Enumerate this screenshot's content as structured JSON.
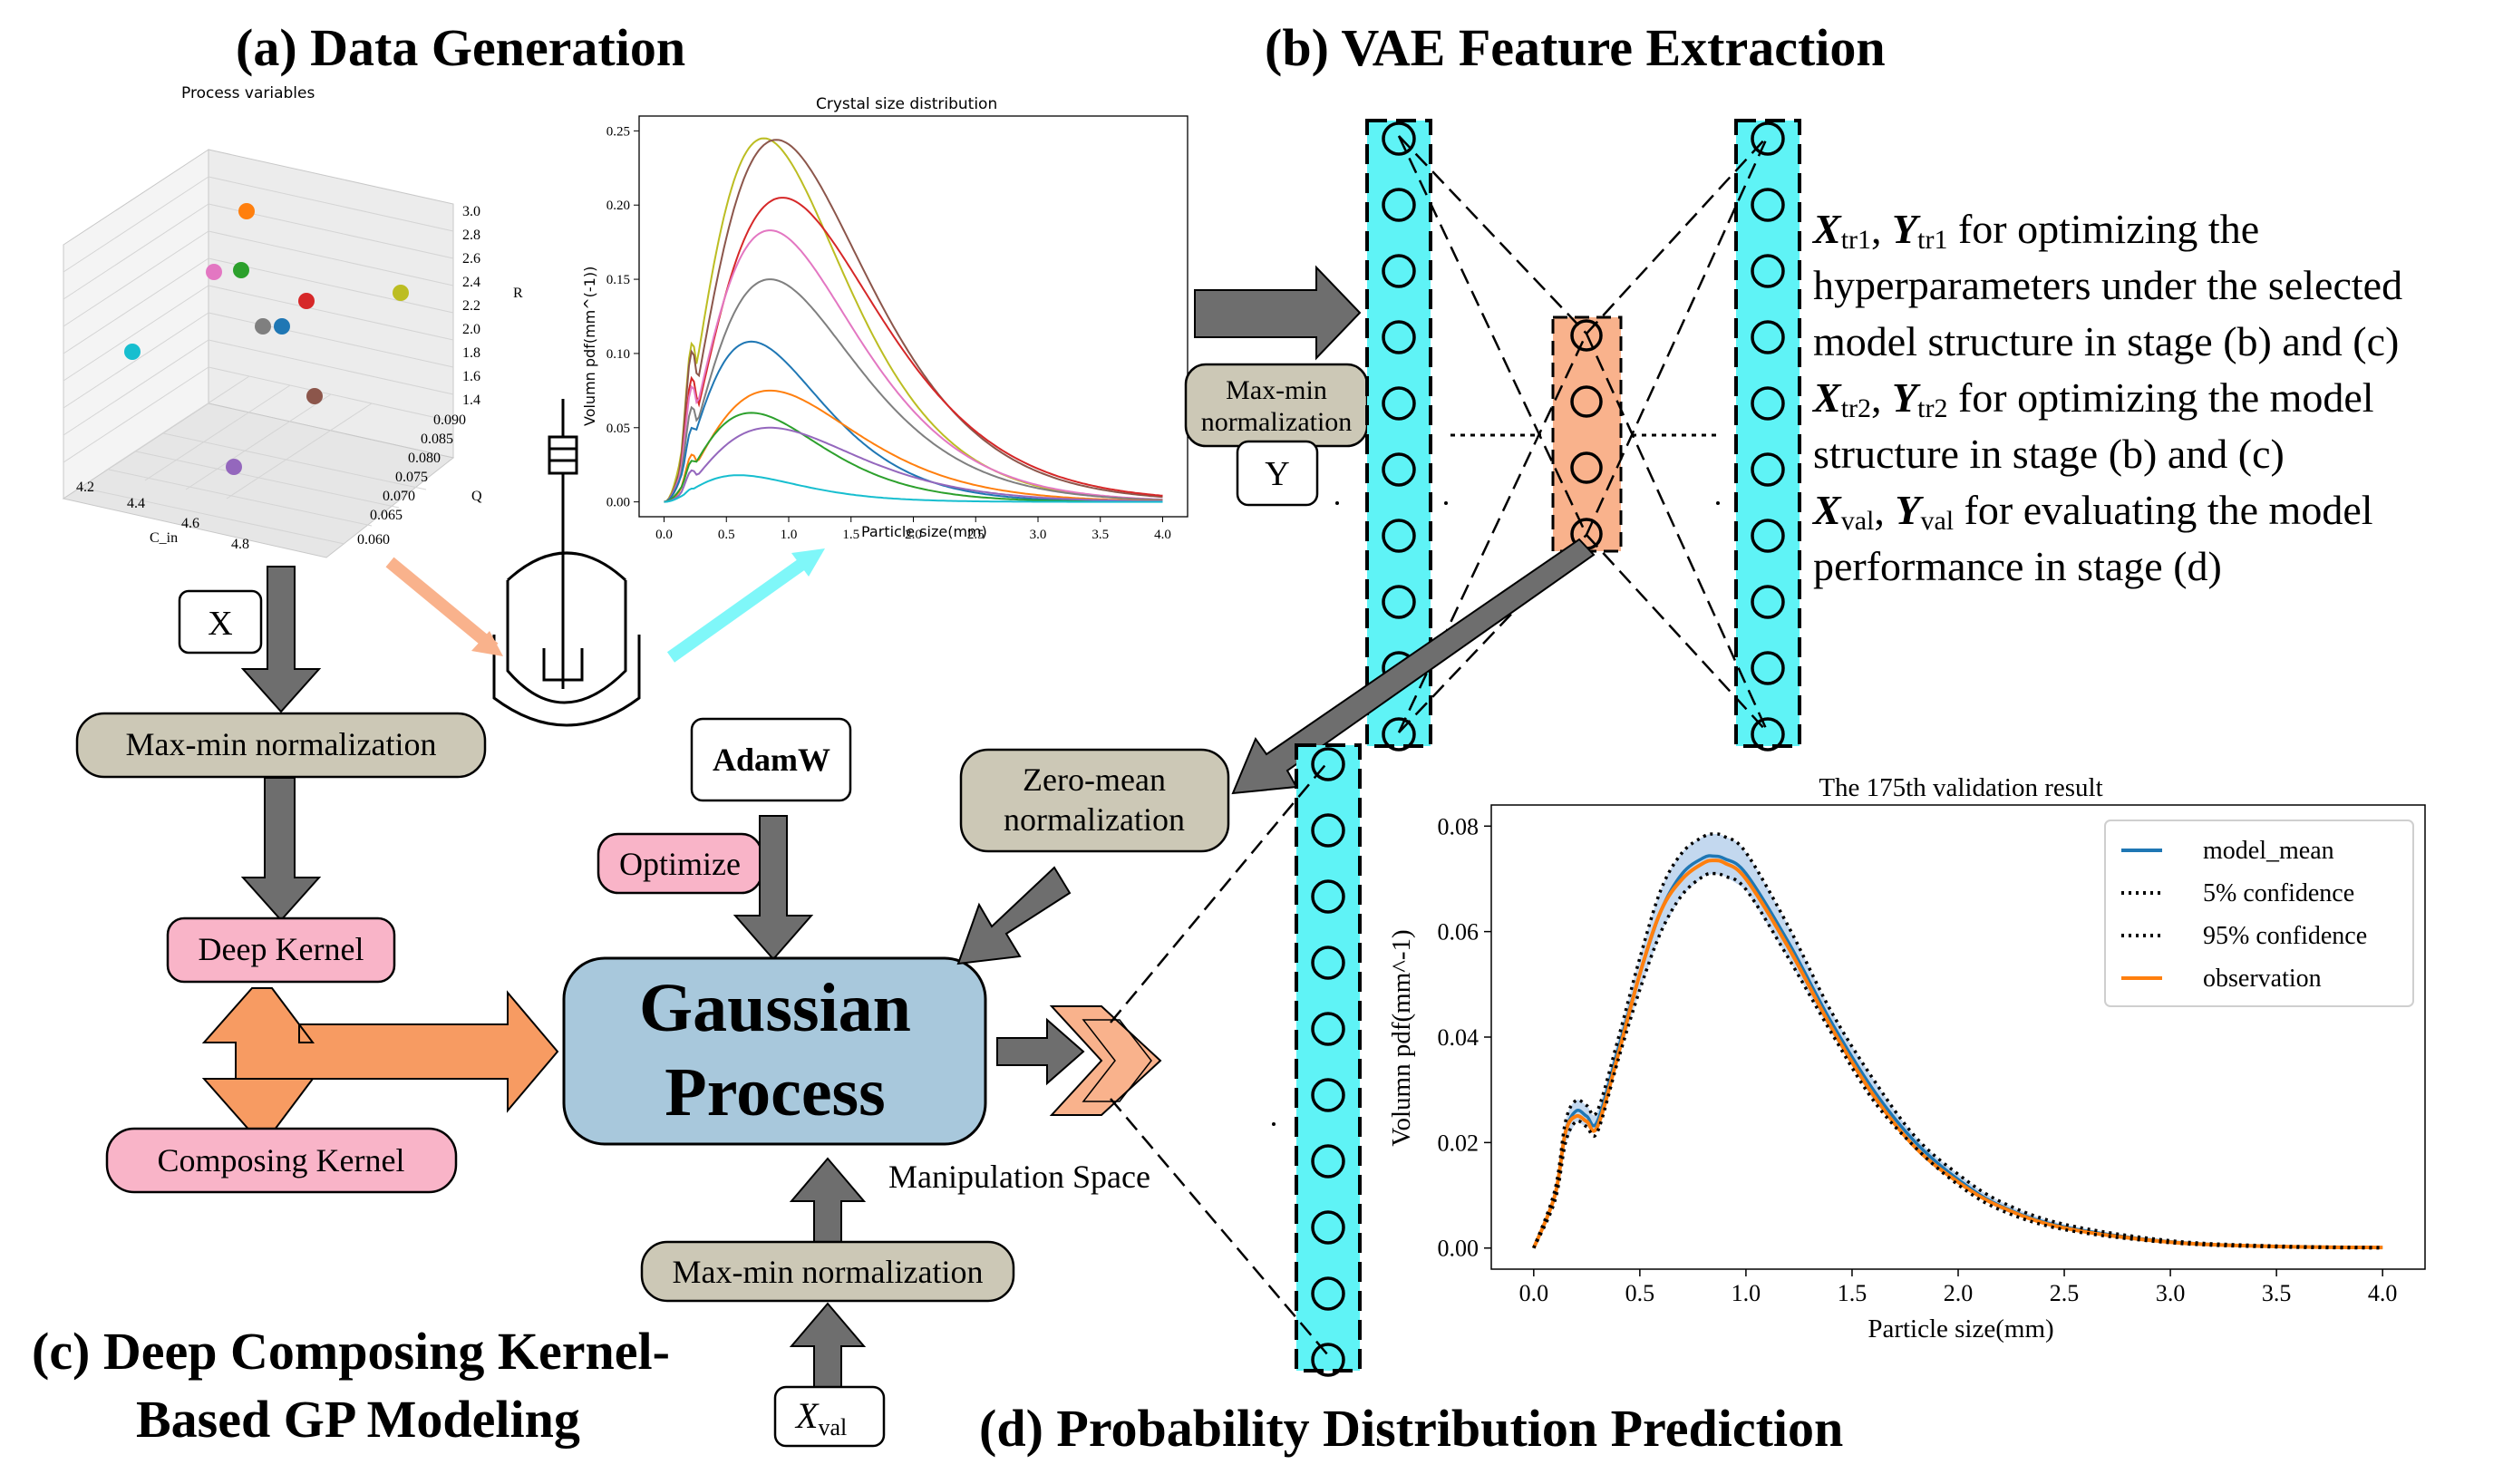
{
  "sections": {
    "a": "(a) Data Generation",
    "b": "(b) VAE Feature Extraction",
    "c_line1": "(c) Deep Composing Kernel-",
    "c_line2": "Based GP Modeling",
    "d": "(d) Probability Distribution Prediction"
  },
  "scatter3d": {
    "title": "Process variables",
    "axis_x_label": "C_in",
    "axis_y_label": "Q",
    "axis_z_label": "R",
    "x_ticks": [
      "4.2",
      "4.4",
      "4.6",
      "4.8"
    ],
    "y_ticks": [
      "0.060",
      "0.065",
      "0.070",
      "0.075",
      "0.080",
      "0.085",
      "0.090"
    ],
    "z_ticks": [
      "1.4",
      "1.6",
      "1.8",
      "2.0",
      "2.2",
      "2.4",
      "2.6",
      "2.8",
      "3.0"
    ],
    "point_colors": [
      "#ff7f0e",
      "#e377c2",
      "#2ca02c",
      "#d62728",
      "#bcbd22",
      "#7f7f7f",
      "#1f77b4",
      "#17becf",
      "#8c564b",
      "#9467bd"
    ]
  },
  "csd_chart": {
    "title": "Crystal size distribution",
    "xlabel": "Particle size(mm)",
    "ylabel": "Volumn pdf(mm^(-1))",
    "x_ticks": [
      "0.0",
      "0.5",
      "1.0",
      "1.5",
      "2.0",
      "2.5",
      "3.0",
      "3.5",
      "4.0"
    ],
    "y_ticks": [
      "0.00",
      "0.05",
      "0.10",
      "0.15",
      "0.20",
      "0.25"
    ],
    "xlim": [
      0,
      4
    ],
    "ylim": [
      0,
      0.25
    ],
    "series": [
      {
        "color": "#bcbd22",
        "peak": 0.245,
        "mode": 0.8
      },
      {
        "color": "#8c564b",
        "peak": 0.244,
        "mode": 0.9
      },
      {
        "color": "#d62728",
        "peak": 0.205,
        "mode": 0.95
      },
      {
        "color": "#e377c2",
        "peak": 0.183,
        "mode": 0.85
      },
      {
        "color": "#7f7f7f",
        "peak": 0.15,
        "mode": 0.85
      },
      {
        "color": "#1f77b4",
        "peak": 0.108,
        "mode": 0.7
      },
      {
        "color": "#ff7f0e",
        "peak": 0.075,
        "mode": 0.85
      },
      {
        "color": "#2ca02c",
        "peak": 0.06,
        "mode": 0.7
      },
      {
        "color": "#9467bd",
        "peak": 0.05,
        "mode": 0.85
      },
      {
        "color": "#17becf",
        "peak": 0.018,
        "mode": 0.6
      }
    ]
  },
  "flow_a": {
    "x_label": "X",
    "maxmin_label": "Max-min normalization",
    "deep_kernel": "Deep Kernel",
    "composing_kernel": "Composing Kernel"
  },
  "flow_b": {
    "maxmin_line1": "Max-min",
    "maxmin_line2": "normalization",
    "y_label": "Y",
    "text_lines": [
      {
        "sym": "X",
        "sub": "tr1",
        "sym2": "Y",
        "sub2": "tr1",
        "rest": " for optimizing the"
      },
      {
        "plain": "hyperparameters under the selected"
      },
      {
        "plain": "model structure in stage (b) and (c)"
      },
      {
        "sym": "X",
        "sub": "tr2",
        "sym2": "Y",
        "sub2": "tr2",
        "rest": " for optimizing the model"
      },
      {
        "plain": "structure in stage (b) and (c)"
      },
      {
        "sym": "X",
        "sub": "val",
        "sym2": "Y",
        "sub2": "val",
        "rest": " for evaluating the model"
      },
      {
        "plain": "performance in stage (d)"
      }
    ]
  },
  "flow_c": {
    "adamw": "AdamW",
    "optimize": "Optimize",
    "gp_line1": "Gaussian",
    "gp_line2": "Process",
    "zero_mean_line1": "Zero-mean",
    "zero_mean_line2": "normalization",
    "manip": "Manipulation Space",
    "maxmin": "Max-min normalization",
    "xval_sym": "X",
    "xval_sub": "val"
  },
  "colors": {
    "cyan": "#5ff3f6",
    "salmon": "#f9b28c",
    "pink": "#f9b4c8",
    "khaki": "#ccc8b6",
    "gp_blue": "#a8c8dc",
    "gray_arrow": "#6e6e6e",
    "orange_arrow": "#f79b62"
  },
  "validation_chart": {
    "type": "line",
    "title": "The 175th validation result",
    "xlabel": "Particle size(mm)",
    "ylabel": "Volumn pdf(mm^-1)",
    "x_ticks": [
      "0.0",
      "0.5",
      "1.0",
      "1.5",
      "2.0",
      "2.5",
      "3.0",
      "3.5",
      "4.0"
    ],
    "y_ticks": [
      "0.00",
      "0.02",
      "0.04",
      "0.06",
      "0.08"
    ],
    "xlim": [
      0,
      4
    ],
    "ylim": [
      0,
      0.08
    ],
    "legend": [
      "model_mean",
      "5% confidence",
      "95% confidence",
      "observation"
    ],
    "series": [
      {
        "name": "model_mean",
        "x": [
          0,
          0.1,
          0.15,
          0.2,
          0.25,
          0.3,
          0.4,
          0.5,
          0.6,
          0.7,
          0.8,
          0.85,
          0.9,
          1.0,
          1.2,
          1.4,
          1.6,
          1.8,
          2.0,
          2.2,
          2.5,
          3.0,
          3.5,
          4.0
        ],
        "y": [
          0,
          0.01,
          0.022,
          0.026,
          0.025,
          0.024,
          0.038,
          0.052,
          0.064,
          0.071,
          0.074,
          0.0743,
          0.0738,
          0.071,
          0.058,
          0.043,
          0.03,
          0.02,
          0.013,
          0.008,
          0.004,
          0.0012,
          0.0003,
          0.0001
        ]
      },
      {
        "name": "5% confidence",
        "x": [
          0,
          0.1,
          0.15,
          0.2,
          0.25,
          0.3,
          0.4,
          0.5,
          0.6,
          0.7,
          0.8,
          0.85,
          0.9,
          1.0,
          1.2,
          1.4,
          1.6,
          1.8,
          2.0,
          2.2,
          2.5,
          3.0,
          3.5,
          4.0
        ],
        "y": [
          0,
          0.009,
          0.02,
          0.024,
          0.023,
          0.022,
          0.036,
          0.049,
          0.06,
          0.067,
          0.0705,
          0.071,
          0.0705,
          0.068,
          0.055,
          0.041,
          0.028,
          0.019,
          0.012,
          0.0072,
          0.0035,
          0.001,
          0.0002,
          0
        ]
      },
      {
        "name": "95% confidence",
        "x": [
          0,
          0.1,
          0.15,
          0.2,
          0.25,
          0.3,
          0.4,
          0.5,
          0.6,
          0.7,
          0.8,
          0.85,
          0.9,
          1.0,
          1.2,
          1.4,
          1.6,
          1.8,
          2.0,
          2.2,
          2.5,
          3.0,
          3.5,
          4.0
        ],
        "y": [
          0,
          0.011,
          0.024,
          0.028,
          0.027,
          0.026,
          0.04,
          0.055,
          0.068,
          0.075,
          0.078,
          0.0785,
          0.078,
          0.075,
          0.061,
          0.045,
          0.032,
          0.021,
          0.014,
          0.0088,
          0.0045,
          0.0014,
          0.0004,
          0.0001
        ]
      },
      {
        "name": "observation",
        "x": [
          0,
          0.1,
          0.15,
          0.2,
          0.25,
          0.3,
          0.4,
          0.5,
          0.6,
          0.7,
          0.8,
          0.85,
          0.9,
          1.0,
          1.2,
          1.4,
          1.6,
          1.8,
          2.0,
          2.2,
          2.5,
          3.0,
          3.5,
          4.0
        ],
        "y": [
          0,
          0.01,
          0.022,
          0.025,
          0.024,
          0.023,
          0.037,
          0.052,
          0.064,
          0.07,
          0.073,
          0.0735,
          0.073,
          0.07,
          0.057,
          0.042,
          0.029,
          0.019,
          0.0125,
          0.0078,
          0.0038,
          0.0011,
          0.0003,
          0.0001
        ]
      }
    ],
    "series_colors": [
      "#1f77b4",
      "#000000",
      "#000000",
      "#ff7f0e"
    ]
  }
}
